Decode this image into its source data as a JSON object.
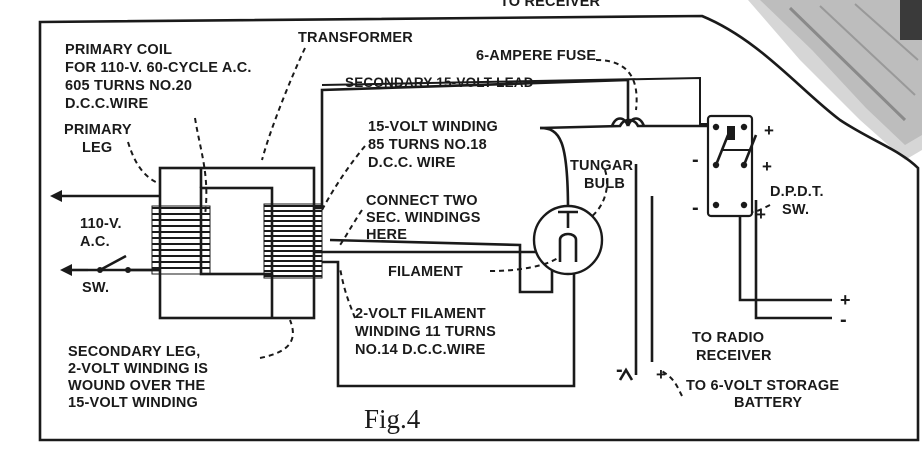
{
  "top_cut_text": "TO RECEIVER",
  "fig_label": "Fig.4",
  "labels": {
    "primary_coil": [
      "PRIMARY COIL",
      "FOR 110-V. 60-CYCLE A.C.",
      "605 TURNS NO.20",
      "D.C.C.WIRE"
    ],
    "transformer": "TRANSFORMER",
    "fuse": "6-AMPERE FUSE",
    "secondary_lead": "SECONDARY 15-VOLT LEAD",
    "primary_leg": [
      "PRIMARY",
      "LEG"
    ],
    "winding_15v": [
      "15-VOLT WINDING",
      "85 TURNS NO.18",
      "D.C.C. WIRE"
    ],
    "connect": [
      "CONNECT TWO",
      "SEC. WINDINGS",
      "HERE"
    ],
    "tungar": [
      "TUNGAR",
      "BULB"
    ],
    "switch_dpdt": [
      "D.P.D.T.",
      "SW."
    ],
    "ac_input": [
      "110-V.",
      "A.C."
    ],
    "sw": "SW.",
    "filament": "FILAMENT",
    "filament_winding": [
      "2-VOLT FILAMENT",
      "WINDING 11 TURNS",
      "NO.14 D.C.C.WIRE"
    ],
    "secondary_leg": [
      "SECONDARY LEG,",
      "2-VOLT WINDING IS",
      "WOUND OVER THE",
      "15-VOLT WINDING"
    ],
    "radio": [
      "TO RADIO",
      "RECEIVER"
    ],
    "battery": [
      "TO 6-VOLT STORAGE",
      "BATTERY"
    ],
    "plus": "+",
    "minus": "-"
  },
  "colors": {
    "ink": "#1a1a1a",
    "paper": "#ffffff",
    "photo": "#d9d9d9"
  }
}
